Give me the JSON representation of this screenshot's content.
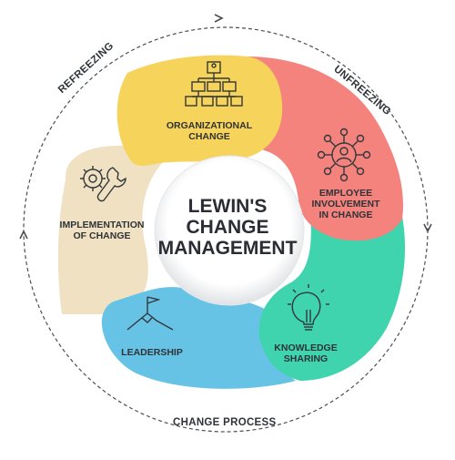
{
  "center": {
    "line1": "LEWIN'S",
    "line2": "CHANGE",
    "line3": "MANAGEMENT"
  },
  "ring": {
    "top_left": "REFREEZING",
    "top_right": "UNFREEZING",
    "bottom": "CHANGE PROCESS"
  },
  "segments": [
    {
      "id": "organizational-change",
      "line1": "ORGANIZATIONAL",
      "line2": "CHANGE",
      "color": "#F6D35A",
      "icon": "org-chart-icon"
    },
    {
      "id": "employee-involvement",
      "line1": "EMPLOYEE",
      "line2": "INVOLVEMENT",
      "line3": "IN CHANGE",
      "color": "#F4837E",
      "icon": "network-people-icon"
    },
    {
      "id": "knowledge-sharing",
      "line1": "KNOWLEDGE",
      "line2": "SHARING",
      "color": "#3FD3AE",
      "icon": "lightbulb-icon"
    },
    {
      "id": "leadership",
      "line1": "LEADERSHIP",
      "color": "#67C3E6",
      "icon": "mountain-flag-icon"
    },
    {
      "id": "implementation-of-change",
      "line1": "IMPLEMENTATION",
      "line2": "OF CHANGE",
      "color": "#EFE1C2",
      "icon": "gear-wrench-icon"
    }
  ],
  "colors": {
    "ring_line": "#4a4d52",
    "icon_stroke": "#33373c",
    "center_fill": "#ffffff"
  }
}
